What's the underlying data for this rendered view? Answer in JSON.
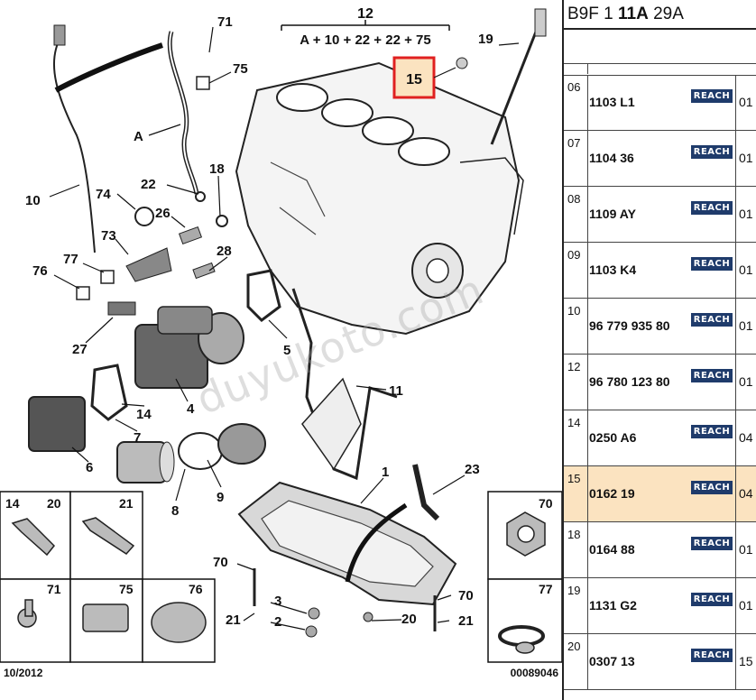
{
  "header": {
    "prefix": "B9F 1 ",
    "bold": "11A",
    "suffix": " 29A"
  },
  "diagram": {
    "group_label": "12",
    "group_formula": "A + 10 + 22 + 22 + 75",
    "highlighted_callout": "15",
    "date": "10/2012",
    "drawing_number": "00089046",
    "watermark": "duyukoto.com",
    "callouts": [
      "71",
      "75",
      "A",
      "10",
      "74",
      "22",
      "26",
      "18",
      "73",
      "28",
      "77",
      "76",
      "27",
      "5",
      "11",
      "4",
      "14",
      "7",
      "6",
      "8",
      "9",
      "1",
      "23",
      "19",
      "70",
      "21",
      "3",
      "2",
      "20"
    ],
    "inset_labels": [
      "14",
      "20",
      "21",
      "71",
      "75",
      "76",
      "70",
      "77"
    ]
  },
  "parts": [
    {
      "pos": "06",
      "ref": "1103 L1",
      "badge": "REACH",
      "qty": "01"
    },
    {
      "pos": "07",
      "ref": "1104 36",
      "badge": "REACH",
      "qty": "01"
    },
    {
      "pos": "08",
      "ref": "1109 AY",
      "badge": "REACH",
      "qty": "01"
    },
    {
      "pos": "09",
      "ref": "1103 K4",
      "badge": "REACH",
      "qty": "01"
    },
    {
      "pos": "10",
      "ref": "96 779 935 80",
      "badge": "REACH",
      "qty": "01"
    },
    {
      "pos": "12",
      "ref": "96 780 123 80",
      "badge": "REACH",
      "qty": "01"
    },
    {
      "pos": "14",
      "ref": "0250 A6",
      "badge": "REACH",
      "qty": "04"
    },
    {
      "pos": "15",
      "ref": "0162 19",
      "badge": "REACH",
      "qty": "04"
    },
    {
      "pos": "18",
      "ref": "0164 88",
      "badge": "REACH",
      "qty": "01"
    },
    {
      "pos": "19",
      "ref": "1131 G2",
      "badge": "REACH",
      "qty": "01"
    },
    {
      "pos": "20",
      "ref": "0307 13",
      "badge": "REACH",
      "qty": "15"
    }
  ],
  "colors": {
    "highlight_row": "#fbe3c0",
    "highlight_box": "#e02020",
    "badge_bg": "#1f3b6b"
  }
}
